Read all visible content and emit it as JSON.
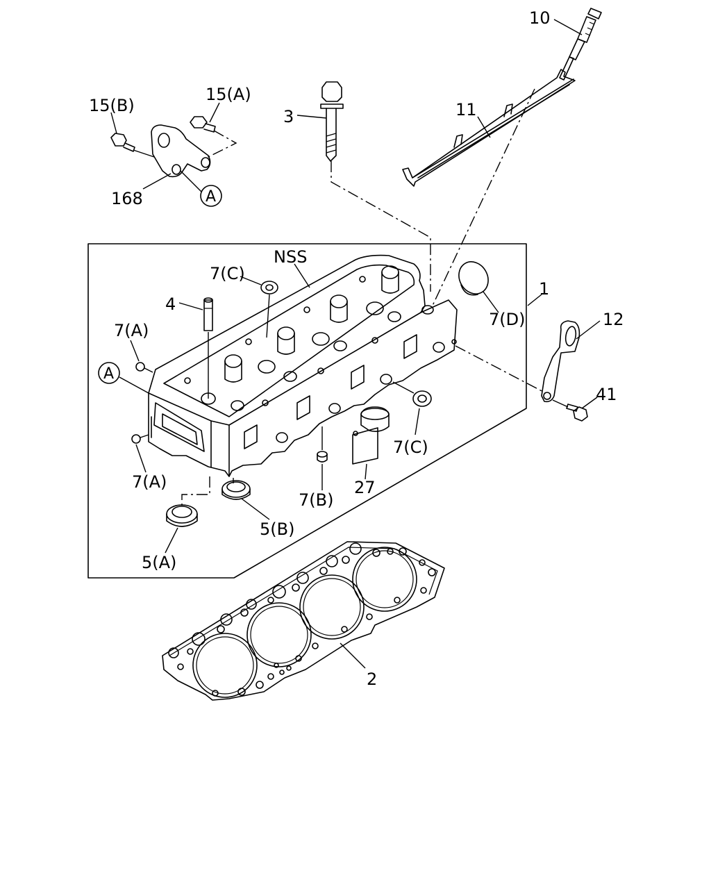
{
  "labels": {
    "p10": "10",
    "p11": "11",
    "p3": "3",
    "p15b": "15(B)",
    "p15a": "15(A)",
    "p168": "168",
    "refA_top": "A",
    "nss": "NSS",
    "p7c_top": "7(C)",
    "p4": "4",
    "p7a_top": "7(A)",
    "refA_main": "A",
    "p1": "1",
    "p7d": "7(D)",
    "p12": "12",
    "p41": "41",
    "p7a_bottom": "7(A)",
    "p7c_right": "7(C)",
    "p27": "27",
    "p7b": "7(B)",
    "p5b": "5(B)",
    "p5a": "5(A)",
    "p2": "2"
  }
}
